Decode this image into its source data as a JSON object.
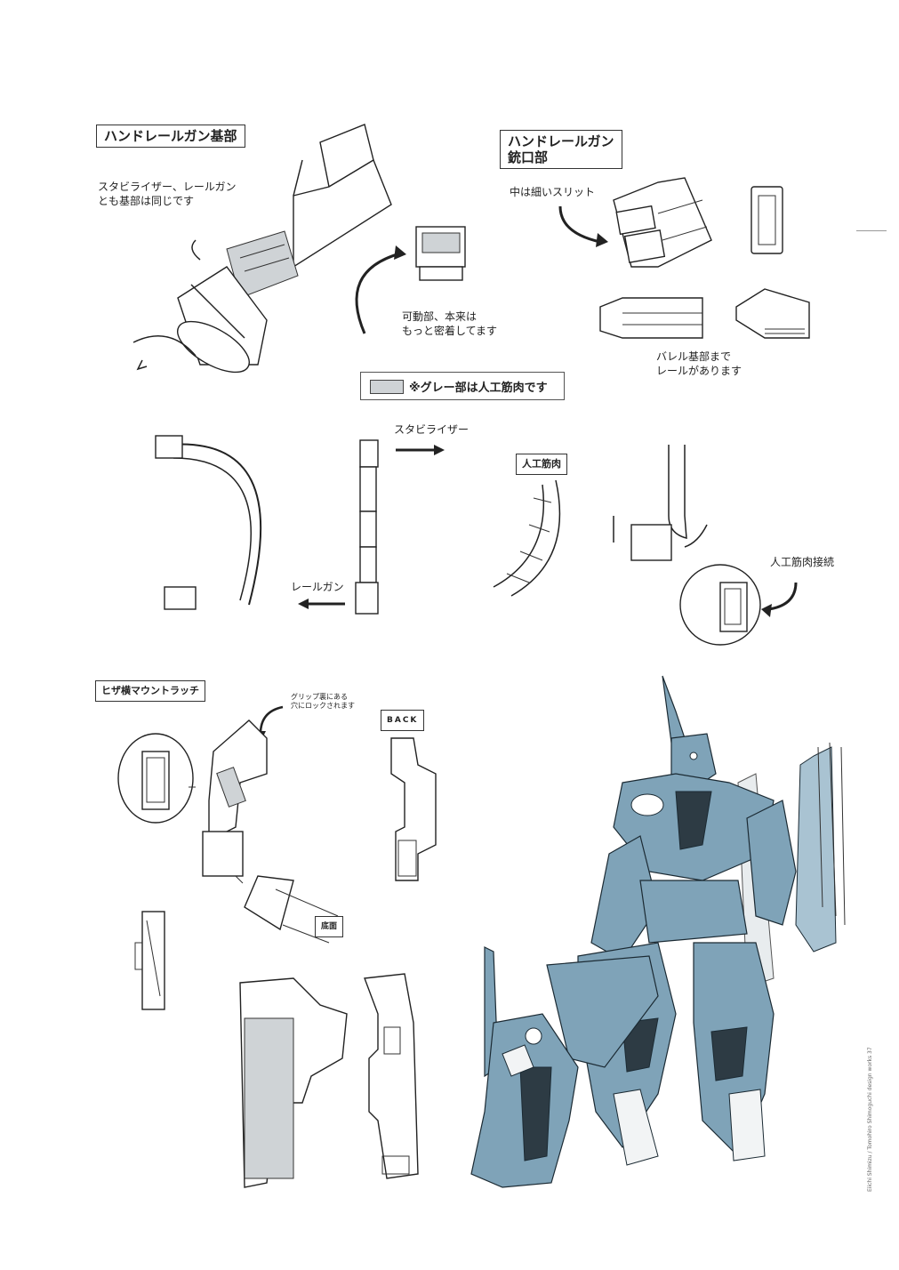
{
  "labels": {
    "base_title": "ハンドレールガン基部",
    "base_note_line1": "スタビライザー、レールガン",
    "base_note_line2": "とも基部は同じです",
    "movable_note_line1": "可動部、本来は",
    "movable_note_line2": "もっと密着してます",
    "muzzle_title_line1": "ハンドレールガン",
    "muzzle_title_line2": "銃口部",
    "slit_note": "中は細いスリット",
    "rail_note_line1": "バレル基部まで",
    "rail_note_line2": "レールがあります",
    "legend_text": "※グレー部は人工筋肉です",
    "stabilizer_label": "スタビライザー",
    "railgun_label": "レールガン",
    "muscle_title": "人工筋肉",
    "muscle_connection": "人工筋肉接続",
    "knee_title": "ヒザ横マウントラッチ",
    "grip_note_line1": "グリップ裏にある",
    "grip_note_line2": "穴にロックされます",
    "back_label": "BACK",
    "bottom_label": "底面",
    "side_credit": "Eiichi Shimizu / Tomohiro Shimoguchi design works  37"
  },
  "colors": {
    "artificial_muscle_gray": "#cfd3d6",
    "mech_blue": "#7fa3b8",
    "mech_dark": "#2d3b44"
  }
}
